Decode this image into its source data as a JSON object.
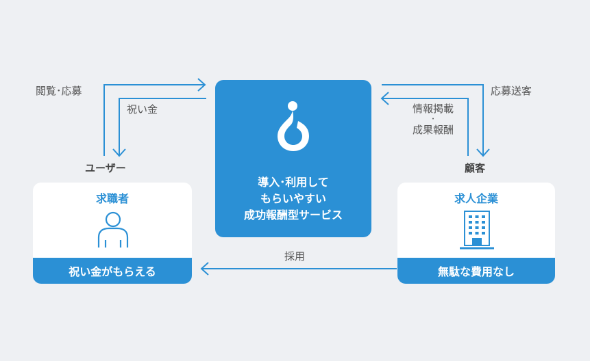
{
  "colors": {
    "background": "#eef0f3",
    "accent": "#2b90d5",
    "card": "#ffffff",
    "text": "#555555"
  },
  "user": {
    "role": "ユーザー",
    "card_title": "求職者",
    "card_benefit": "祝い金がもらえる",
    "icon": "person-icon"
  },
  "service": {
    "lines": [
      "導入･利用して",
      "もらいやすい",
      "成功報酬型サービス"
    ],
    "icon": "drop-logo-icon"
  },
  "client": {
    "role": "顧客",
    "card_title": "求人企業",
    "card_benefit": "無駄な費用なし",
    "icon": "building-icon"
  },
  "flows": {
    "user_to_service": "閲覧･応募",
    "service_to_user": "祝い金",
    "client_to_service_1": "情報掲載",
    "client_to_service_dot": "･",
    "client_to_service_2": "成果報酬",
    "service_to_client": "応募送客",
    "client_to_user": "採用"
  }
}
